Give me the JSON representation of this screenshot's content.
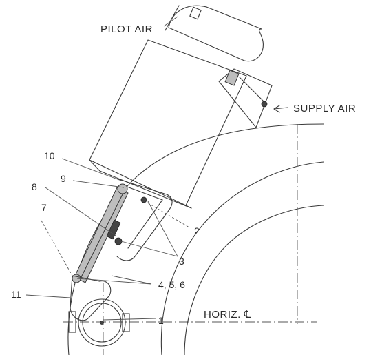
{
  "labels": {
    "pilot_air": "PILOT AIR",
    "supply_air": "SUPPLY AIR",
    "horiz_cl": "HORIZ. ℄",
    "callouts": {
      "c1": "1",
      "c2": "2",
      "c3": "3",
      "c456": "4, 5, 6",
      "c7": "7",
      "c8": "8",
      "c9": "9",
      "c10": "10",
      "c11": "11"
    }
  }
}
